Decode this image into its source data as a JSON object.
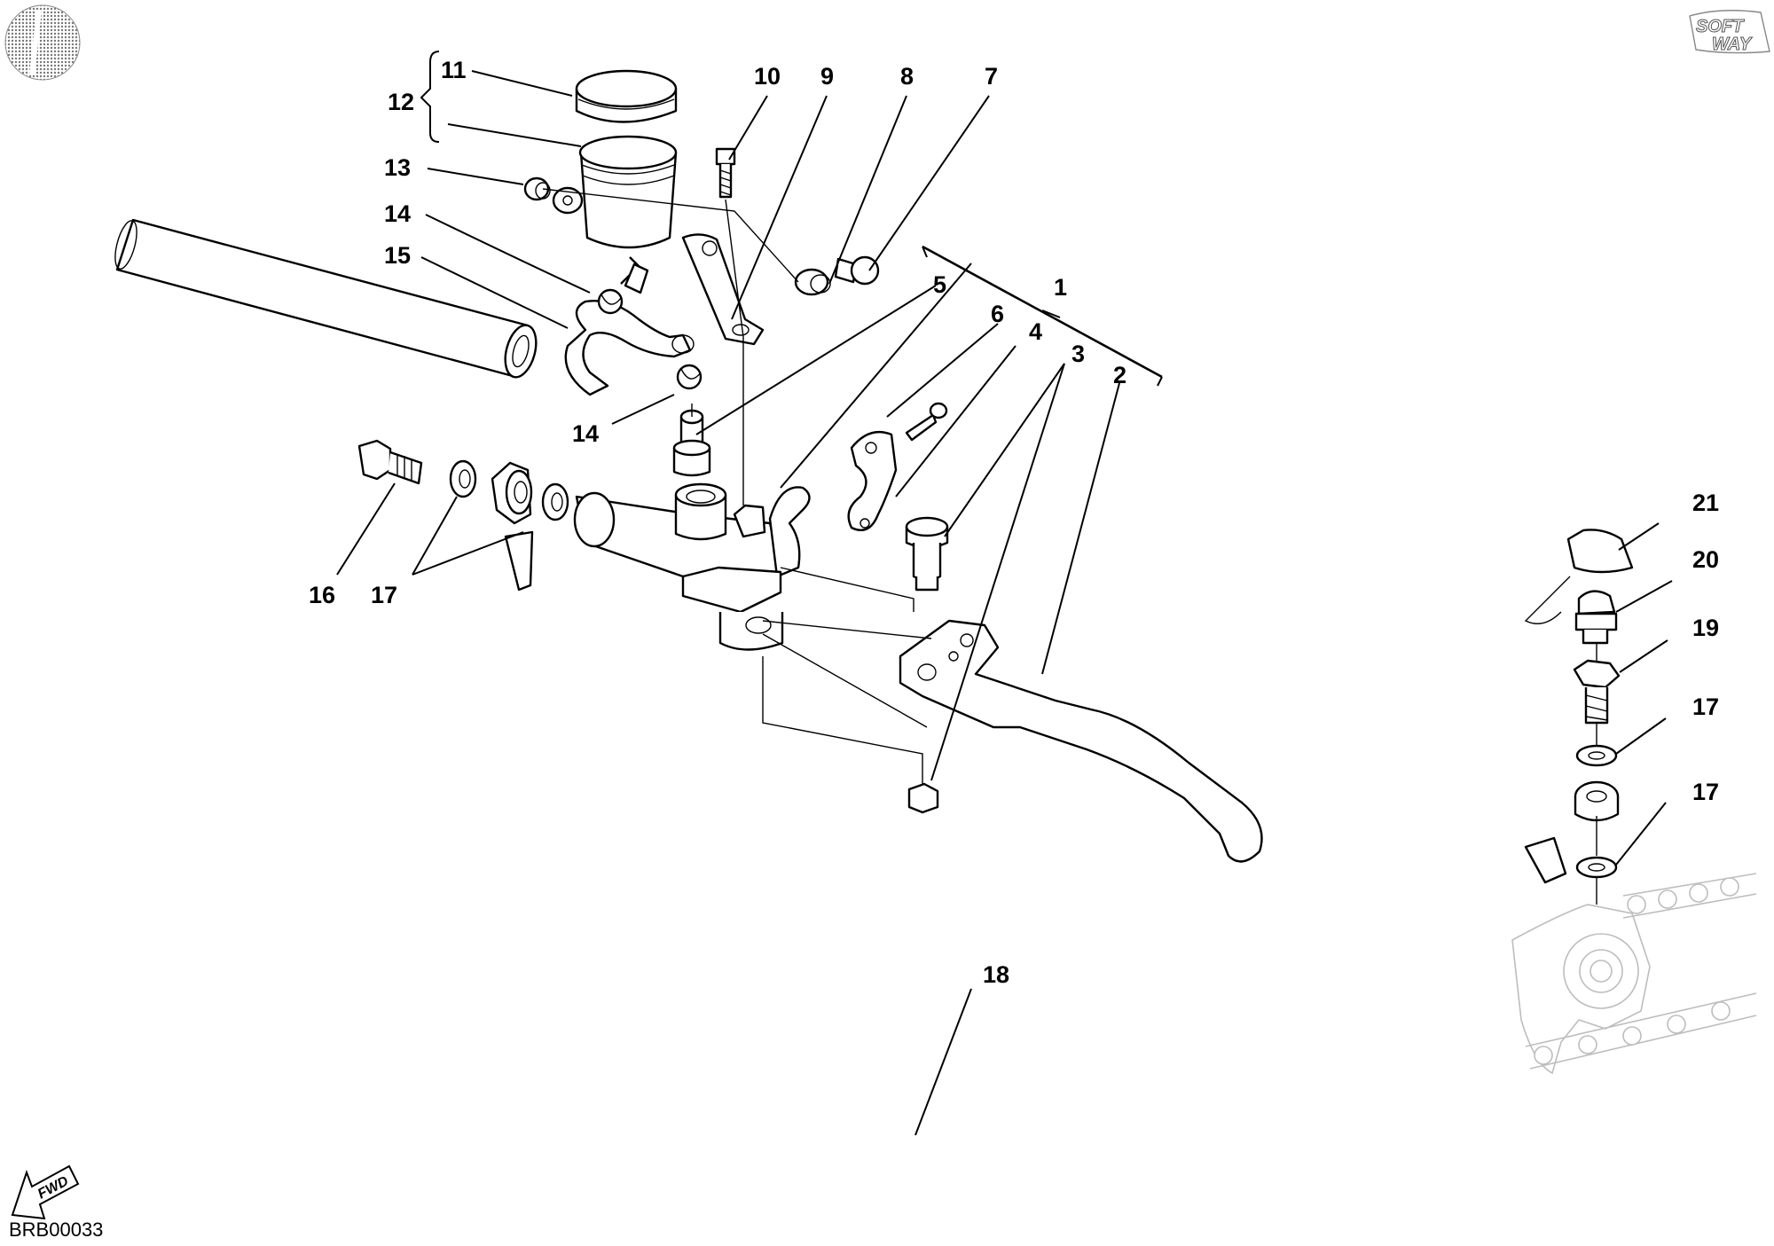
{
  "diagram": {
    "drawing_code": "BRB00033",
    "logo_text": [
      "SOFT",
      "WAY"
    ],
    "fwd_label": "FWD",
    "callouts": [
      {
        "id": "c1",
        "text": "1"
      },
      {
        "id": "c2",
        "text": "2"
      },
      {
        "id": "c3",
        "text": "3"
      },
      {
        "id": "c4",
        "text": "4"
      },
      {
        "id": "c5",
        "text": "5"
      },
      {
        "id": "c6",
        "text": "6"
      },
      {
        "id": "c7",
        "text": "7"
      },
      {
        "id": "c8",
        "text": "8"
      },
      {
        "id": "c9",
        "text": "9"
      },
      {
        "id": "c10",
        "text": "10"
      },
      {
        "id": "c11",
        "text": "11"
      },
      {
        "id": "c12",
        "text": "12"
      },
      {
        "id": "c13",
        "text": "13"
      },
      {
        "id": "c14a",
        "text": "14"
      },
      {
        "id": "c14b",
        "text": "14"
      },
      {
        "id": "c15",
        "text": "15"
      },
      {
        "id": "c16",
        "text": "16"
      },
      {
        "id": "c17a",
        "text": "17"
      },
      {
        "id": "c17b",
        "text": "17"
      },
      {
        "id": "c17c",
        "text": "17"
      },
      {
        "id": "c18",
        "text": "18"
      },
      {
        "id": "c19",
        "text": "19"
      },
      {
        "id": "c20",
        "text": "20"
      },
      {
        "id": "c21",
        "text": "21"
      }
    ]
  }
}
